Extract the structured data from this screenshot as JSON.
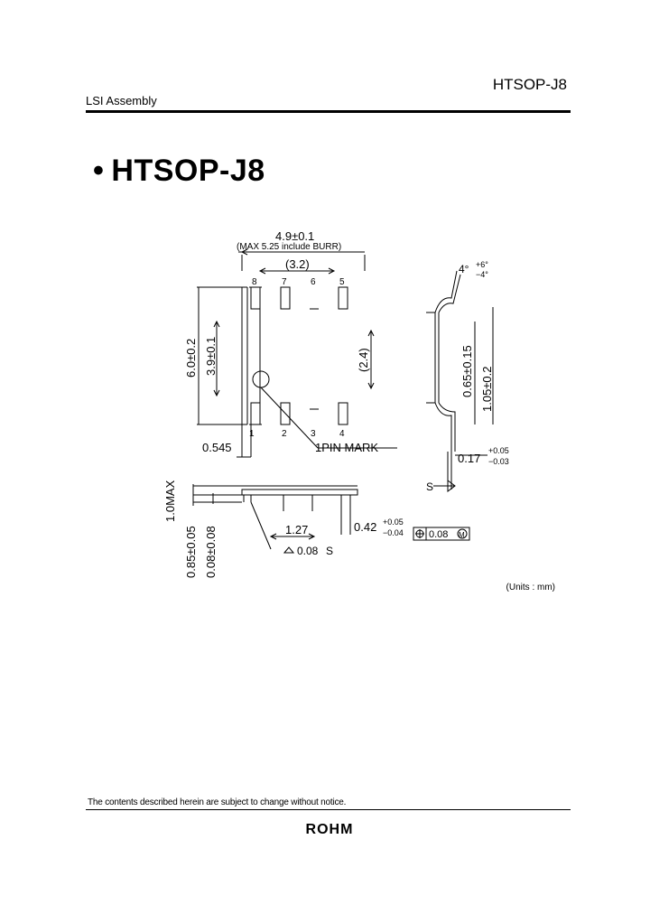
{
  "header": {
    "category": "LSI Assembly",
    "package_code": "HTSOP-J8"
  },
  "title": {
    "bullet": "•",
    "text": "HTSOP-J8"
  },
  "drawing": {
    "dim_width": "4.9±0.1",
    "dim_width_note": "(MAX 5.25 include BURR)",
    "dim_pad_width": "(3.2)",
    "dim_pad_height": "(2.4)",
    "dim_total_height": "6.0±0.2",
    "dim_body_height": "3.9±0.1",
    "dim_lead_offset": "0.545",
    "pin_mark_label": "1PIN MARK",
    "pins_top": [
      "8",
      "7",
      "6",
      "5"
    ],
    "pins_bottom": [
      "1",
      "2",
      "3",
      "4"
    ],
    "dim_height_max": "1.0MAX",
    "dim_thickness": "0.85±0.05",
    "dim_standoff": "0.08±0.08",
    "dim_pitch": "1.27",
    "dim_lead_width": "0.42",
    "dim_lead_width_tol_plus": "+0.05",
    "dim_lead_width_tol_minus": "−0.04",
    "position_tolerance": "0.08",
    "position_modifier": "M",
    "flatness_label": "0.08",
    "datum_s": "S",
    "angle_base": "4°",
    "angle_tol_plus": "+6°",
    "angle_tol_minus": "−4°",
    "dim_lead_length": "0.65±0.15",
    "dim_lead_span": "1.05±0.2",
    "dim_lead_thickness": "0.17",
    "dim_lead_thickness_tol_plus": "+0.05",
    "dim_lead_thickness_tol_minus": "−0.03"
  },
  "units_note": "(Units : mm)",
  "footer": {
    "notice": "The contents described herein are subject to change without notice.",
    "brand": "ROHM"
  }
}
